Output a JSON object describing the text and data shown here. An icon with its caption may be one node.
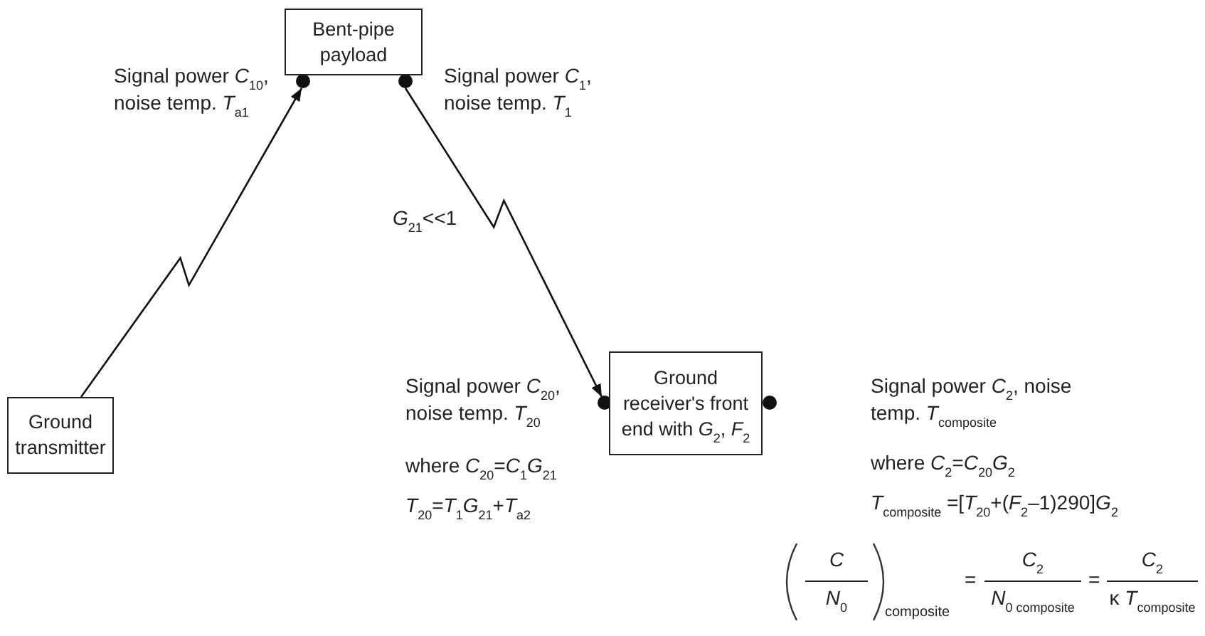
{
  "diagram": {
    "nodes": [
      {
        "text": [
          "Bent-pipe payload"
        ]
      },
      {
        "text": [
          "Ground transmitter"
        ]
      },
      {
        "text": [
          "Ground receiver's front end with *G*$_{2}$, *F*$_{2}$"
        ]
      }
    ],
    "edges": [
      {
        "from": 1,
        "to": 0,
        "arrow": "to"
      },
      {
        "from": 0,
        "to": 2,
        "arrow": "to",
        "label": "*G*$_{21}$<<1"
      }
    ],
    "labels": [
      "Signal power *C*$_{10}$, noise temp. *T*$_{a1}$",
      "Signal power *C*$_{1}$, noise temp. *T*$_{1}$",
      "Signal power *C*$_{20}$, noise temp. *T*$_{20}$",
      "where *C*$_{20}$=*C*$_{1}$*G*$_{21}$",
      "*T*$_{20}$=*T*$_{1}$*G*$_{21}$+*T*$_{a2}$",
      "Signal power *C*$_{2}$, noise temp. *T*$_{composite}$",
      "where *C*$_{2}$=*C*$_{20}$*G*$_{2}$",
      "*T*$_{composite}$ =[*T*$_{20}$+(*F*$_{2}$–1)290]*G*$_{2}$",
      "*C*",
      "*N*$_{0}$",
      "composite",
      "=",
      "*C*$_{2}$",
      "*N*$_{0 composite}$",
      "=",
      "*C*$_{2}$",
      "κ *T*$_{composite}$"
    ]
  }
}
